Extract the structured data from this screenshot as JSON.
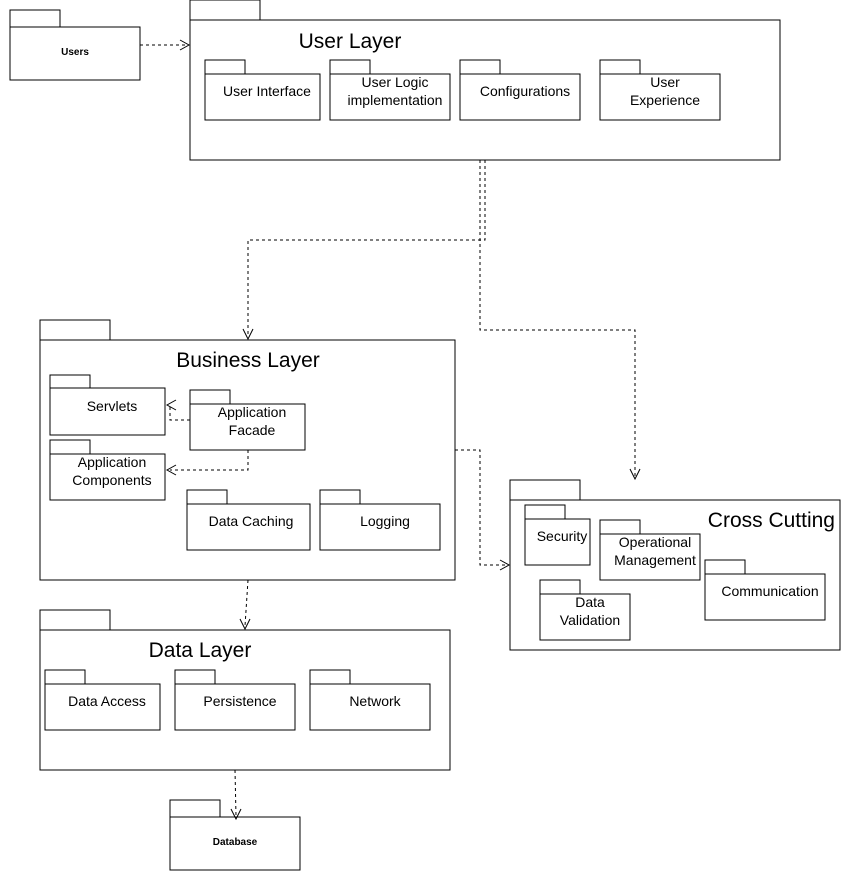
{
  "diagram": {
    "users": "Users",
    "user_layer": {
      "title": "User Layer",
      "interface": "User Interface",
      "logic": [
        "User Logic",
        "implementation"
      ],
      "configurations": "Configurations",
      "experience": [
        "User",
        "Experience"
      ]
    },
    "business_layer": {
      "title": "Business Layer",
      "servlets": "Servlets",
      "facade": [
        "Application",
        "Facade"
      ],
      "components": [
        "Application",
        "Components"
      ],
      "caching": "Data Caching",
      "logging": "Logging"
    },
    "data_layer": {
      "title": "Data Layer",
      "access": "Data Access",
      "persistence": "Persistence",
      "network": "Network"
    },
    "cross_cutting": {
      "title": "Cross Cutting",
      "security": "Security",
      "operational": [
        "Operational",
        "Management"
      ],
      "communication": "Communication",
      "validation": [
        "Data",
        "Validation"
      ]
    },
    "database": "Database"
  }
}
